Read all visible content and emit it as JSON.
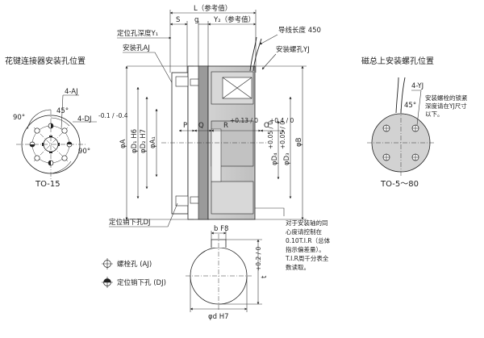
{
  "main_view": {
    "L_label": "L（参考值）",
    "S_label": "S",
    "g_label": "g",
    "Y2_label": "Y₂（参考值）",
    "positioning_depth_label": "定位孔深度Y₁",
    "mount_hole_AJ_label": "安装孔AJ",
    "lead_length_label": "导线长度 450",
    "mount_screw_YJ_label": "安装螺孔YJ",
    "phi_A": "φA",
    "phi_D1": "φD₁ H6",
    "phi_D2": "φD₂ H7",
    "phi_A1": "φA₁",
    "P_label": "P",
    "Q_label": "Q",
    "R_label": "R",
    "R_tol": "+0.13 / 0",
    "O_label": "O",
    "O_tol": "+0.4 / 0",
    "phi_D4": "φD₄",
    "phi_D4_tol": "+0.05 / 0",
    "phi_D3": "φD₃",
    "phi_D3_tol": "+0.05 / 0",
    "phi_B": "φB",
    "dowel_DJ_label": "定位销下孔DJ"
  },
  "spline_view": {
    "title": "花键连接器安装孔位置",
    "angle_90_top": "90°",
    "angle_45": "45°",
    "angle_90_bottom": "90°",
    "hole_4AJ": "4-AJ",
    "hole_4DJ": "4-DJ",
    "dj_tol": "-0.1 / -0.4",
    "model": "TO-15"
  },
  "magnet_view": {
    "title": "磁总上安装螺孔位置",
    "hole_4YJ": "4-YJ",
    "angle_45": "45°",
    "note_lines": [
      "安装螺栓的锁紧",
      "深度请在YJ尺寸",
      "以下。"
    ],
    "model": "TO-5～80"
  },
  "shaft_view": {
    "b_label": "b F8",
    "t_label": "t",
    "t_tol": "+0.2 / 0",
    "d_label": "φd H7"
  },
  "concentricity_note": [
    "对于安装轴的同",
    "心度请控制在",
    "0.10T.I.R（总体",
    "指示偏差量）。",
    "T.I.R周千分表全",
    "数读取。"
  ],
  "legend": {
    "bolt_hole": "螺栓孔 (AJ)",
    "dowel_hole": "定位销下孔 (DJ)"
  },
  "colors": {
    "line": "#222222",
    "body_gray": "#c9c9c9",
    "dark_gray": "#8a8a8a",
    "coil_gray": "#b5b5b5"
  }
}
